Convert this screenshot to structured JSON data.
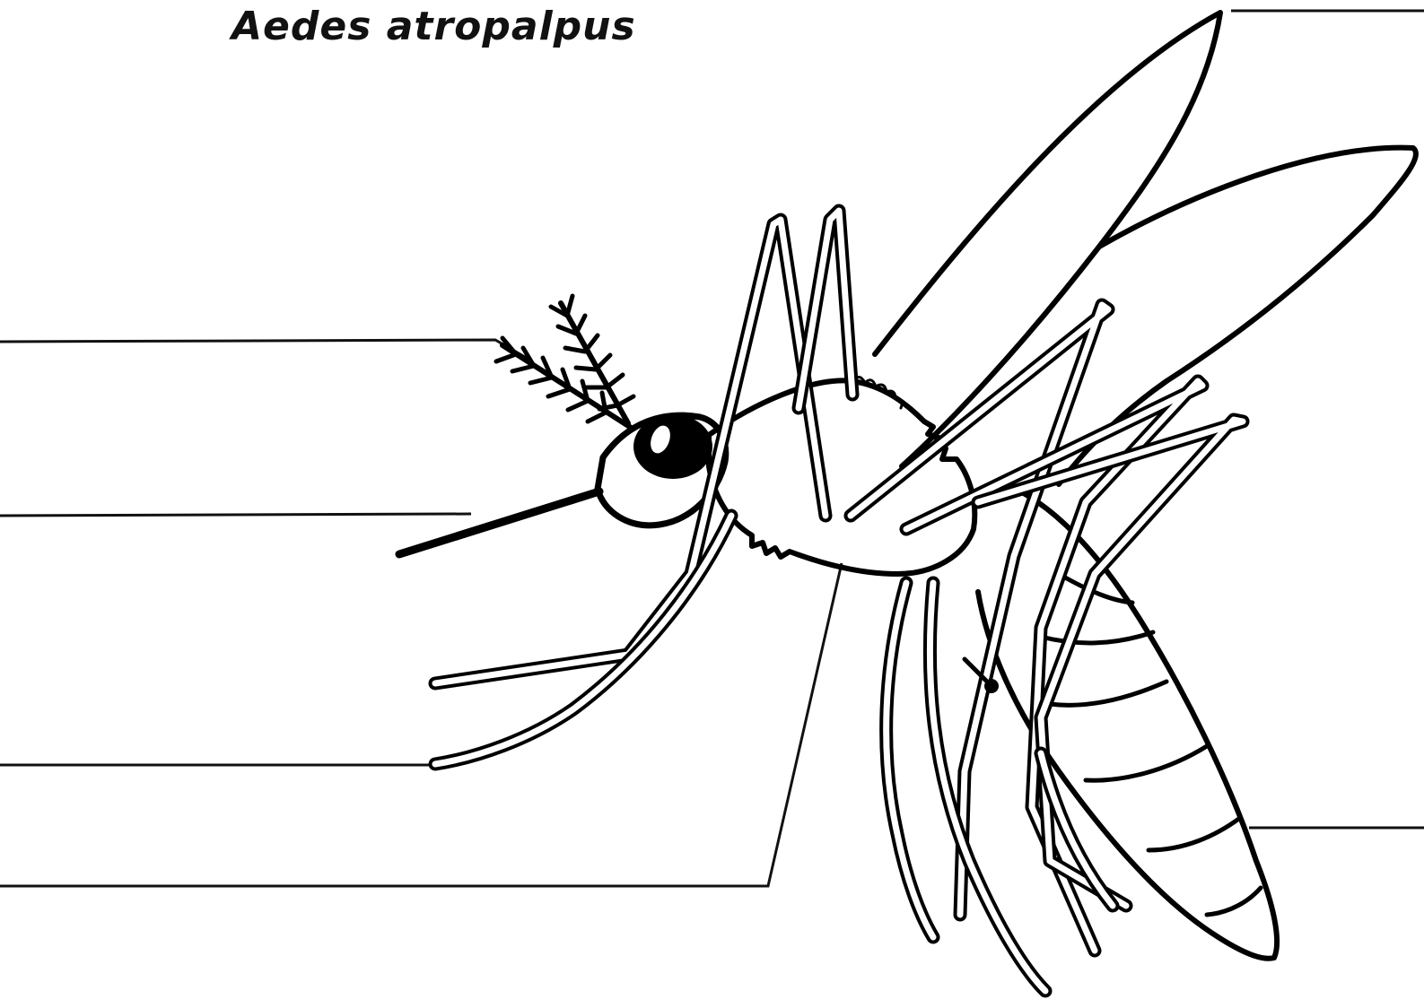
{
  "diagram": {
    "title": "Aedes atropalpus",
    "subject": "mosquito",
    "label_lines": [
      {
        "name": "label-line-antenna",
        "side": "left",
        "points_to": "antenna",
        "label": ""
      },
      {
        "name": "label-line-proboscis",
        "side": "left",
        "points_to": "proboscis",
        "label": ""
      },
      {
        "name": "label-line-leg",
        "side": "left",
        "points_to": "leg",
        "label": ""
      },
      {
        "name": "label-line-thorax",
        "side": "left",
        "points_to": "thorax",
        "label": ""
      },
      {
        "name": "label-line-wing",
        "side": "right",
        "points_to": "wing",
        "label": ""
      },
      {
        "name": "label-line-abdomen",
        "side": "right",
        "points_to": "abdomen",
        "label": ""
      }
    ]
  },
  "colors": {
    "ink": "#000000",
    "background": "#ffffff"
  }
}
